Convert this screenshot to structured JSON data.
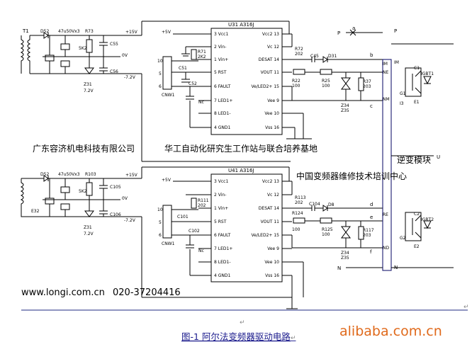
{
  "watermarks": {
    "company": "广东容济机电科技有限公司",
    "research": "华工自动化研究生工作站与联合培养基地",
    "training": "中国变频器维修技术培训中心",
    "website": "www.longi.com.cn",
    "phone": "020-37204416",
    "alibaba": "alibaba.com.cn"
  },
  "caption": {
    "text": "图-1 阿尔法变频器驱动电路",
    "return_mark": "↵"
  },
  "return_marks": [
    "↵",
    "↵"
  ],
  "circuit_top": {
    "chip": "U31 A316J",
    "transformer": "T1",
    "diode": "D52",
    "cap_main": "47u50Vx3",
    "resistor_top": "R73",
    "resistor_mid": "5K2",
    "zener": "Z31",
    "zener_value": "7.2V",
    "cap_a": "C55",
    "cap_b": "C56",
    "plus15": "+15V",
    "zero_v": "0V",
    "minus72": "-7.2V",
    "plus5": "+5V",
    "r71": "R71",
    "r71_val": "2K2",
    "c51": "C51",
    "c52": "C52",
    "connector": "CNW1",
    "cnw_pins": [
      "10",
      "5",
      "6"
    ],
    "r72": "R72",
    "r72_val": "202",
    "c45": "C45",
    "d31": "D31",
    "r22": "R22",
    "r22_val": "100",
    "r25": "R25",
    "r25_val": "100",
    "r37": "R37",
    "r37_val": "203",
    "z34": "Z34",
    "z35": "Z35",
    "nc": "Nc"
  },
  "circuit_bottom": {
    "chip": "U41 A316J",
    "diode": "D52",
    "cap_main": "47u50Vx3",
    "resistor_top": "R103",
    "resistor_mid": "5K2",
    "zener": "Z31",
    "zener_value": "7.2V",
    "cap_a": "C105",
    "cap_b": "C106",
    "e32": "E32",
    "plus15": "+15V",
    "zero_v": "0V",
    "minus72": "-7.2V",
    "plus5": "+5V",
    "r111": "R111",
    "r111_val": "202",
    "c101": "C101",
    "c102": "C102",
    "connector": "CNW1",
    "cnw_pins": [
      "10",
      "5",
      "6"
    ],
    "r113": "R113",
    "r113_val": "202",
    "c104": "C104",
    "d8": "D8",
    "r124": "R124",
    "r124_val": "100",
    "r125": "R125",
    "r125_val": "100",
    "r117": "R117",
    "r117_val": "203",
    "z34": "Z34",
    "z35": "Z35",
    "nc": "Nc"
  },
  "pins_left": [
    {
      "num": "3",
      "name": "Vcc1"
    },
    {
      "num": "2",
      "name": "Vin-"
    },
    {
      "num": "1",
      "name": "Vin+"
    },
    {
      "num": "5",
      "name": "RST"
    },
    {
      "num": "6",
      "name": "FAULT"
    },
    {
      "num": "7",
      "name": "LED1+"
    },
    {
      "num": "8",
      "name": "LED1-"
    },
    {
      "num": "4",
      "name": "GND1"
    }
  ],
  "pins_right_top": [
    {
      "num": "13",
      "name": "Vcc2"
    },
    {
      "num": "12",
      "name": "Vc"
    },
    {
      "num": "14",
      "name": "DESAT"
    },
    {
      "num": "11",
      "name": "VOUT"
    },
    {
      "num": "15",
      "name": "Ve/LED2+"
    },
    {
      "num": "9",
      "name": "Vee"
    },
    {
      "num": "10",
      "name": "Vee"
    },
    {
      "num": "16",
      "name": "Vss"
    }
  ],
  "pins_right_bottom": [
    {
      "num": "13",
      "name": "Vcc2"
    },
    {
      "num": "12",
      "name": "Vc"
    },
    {
      "num": "14",
      "name": "DESAT"
    },
    {
      "num": "11",
      "name": "VOUT"
    },
    {
      "num": "15",
      "name": "Ve/LED2+"
    },
    {
      "num": "9",
      "name": "Vee"
    },
    {
      "num": "10",
      "name": "Vee"
    },
    {
      "num": "16",
      "name": "Vss"
    }
  ],
  "power_module": {
    "label": "逆变模块",
    "P": "P",
    "N": "N",
    "U": "U",
    "a": "a",
    "b": "b",
    "c": "c",
    "d": "d",
    "e": "e",
    "f": "f",
    "igbt1": "IGBT1",
    "igbt2": "IGBT2",
    "g1": "G1",
    "e1": "E1",
    "c1": "C1",
    "g2": "G2",
    "e2": "E2",
    "c2": "C2",
    "i3": "I3",
    "n_pin": "N",
    "nb_a": "IM",
    "nb_b": "NE",
    "nb_c": "NM",
    "nb_d": "RE",
    "nb_e": "ND"
  }
}
